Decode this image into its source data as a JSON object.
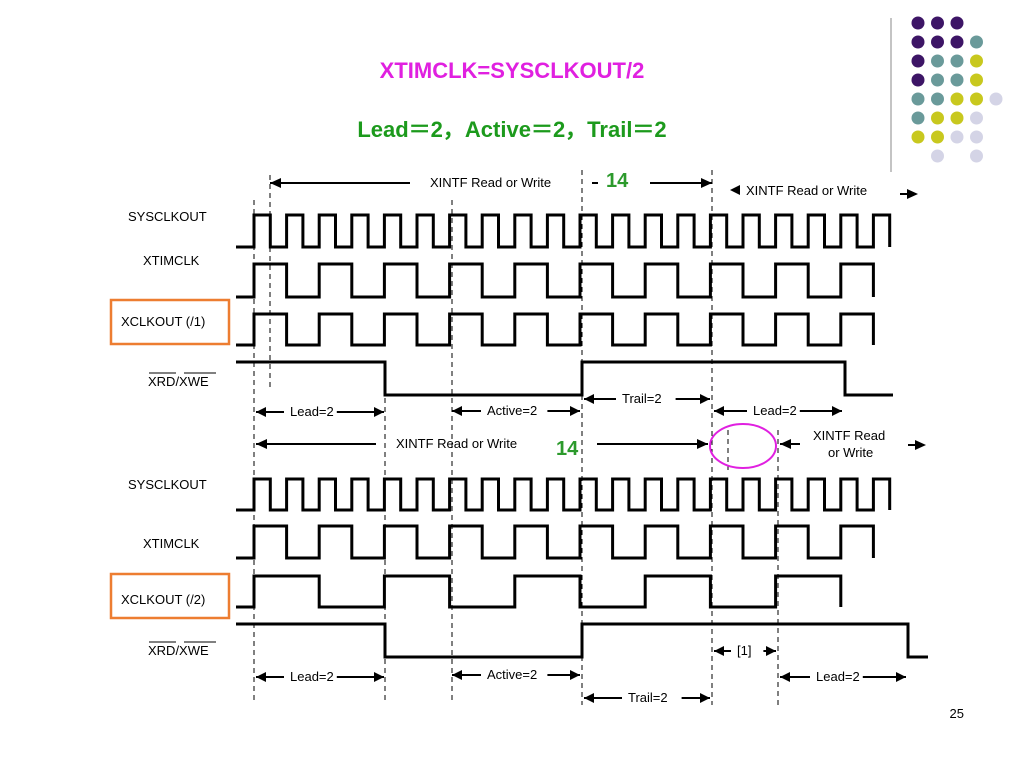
{
  "slide": {
    "title": "XTIMCLK=SYSCLKOUT/2",
    "subtitle": "Lead＝2，Active＝2，Trail＝2",
    "page_number": "25"
  },
  "colors": {
    "title": "#e020e0",
    "subtitle": "#1c9a1c",
    "count_label": "#2c9a2c",
    "box_border": "#ed7d31",
    "highlight_ellipse": "#e020e0",
    "waveform": "#000000",
    "dot_purple": "#3d1566",
    "dot_teal": "#6a9a9a",
    "dot_yellow": "#c8c81e",
    "dot_lavender": "#d4d4e6"
  },
  "decor": {
    "dot_grid": [
      [
        "purple",
        "purple",
        "purple",
        ""
      ],
      [
        "purple",
        "purple",
        "purple",
        "teal"
      ],
      [
        "purple",
        "teal",
        "teal",
        "yellow"
      ],
      [
        "purple",
        "teal",
        "teal",
        "yellow"
      ],
      [
        "teal",
        "teal",
        "yellow",
        "yellow",
        "lavender"
      ],
      [
        "teal",
        "yellow",
        "yellow",
        "lavender"
      ],
      [
        "yellow",
        "yellow",
        "lavender",
        "lavender"
      ],
      [
        "",
        "lavender",
        "",
        "lavender"
      ]
    ]
  },
  "diagram1": {
    "cycle_label": "XINTF Read or Write",
    "count": "14",
    "next_cycle_label": "XINTF Read or Write",
    "signals": [
      "SYSCLKOUT",
      "XTIMCLK",
      "XCLKOUT (/1)",
      "XRD/XWE"
    ],
    "phases": [
      "Lead=2",
      "Active=2",
      "Trail=2",
      "Lead=2"
    ]
  },
  "diagram2": {
    "cycle_label": "XINTF Read or Write",
    "count": "14",
    "next_cycle_label_line1": "XINTF Read",
    "next_cycle_label_line2": "or Write",
    "signals": [
      "SYSCLKOUT",
      "XTIMCLK",
      "XCLKOUT (/2)",
      "XRD/XWE"
    ],
    "phases": [
      "Lead=2",
      "Active=2",
      "Trail=2",
      "[1]",
      "Lead=2"
    ]
  }
}
